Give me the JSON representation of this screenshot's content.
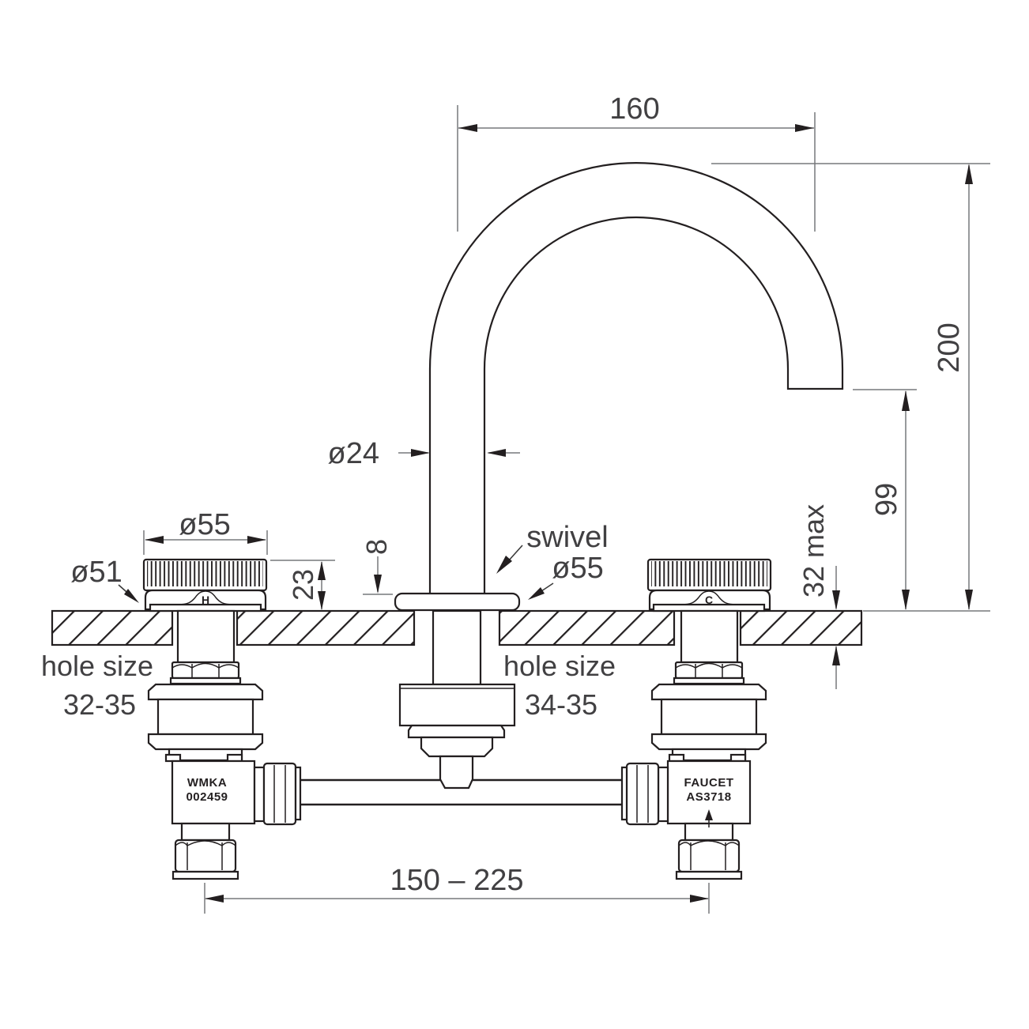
{
  "dims": {
    "spout_reach": "160",
    "spout_height": "200",
    "spout_outlet_height": "99",
    "bench_thickness_max": "32 max",
    "handle_height_above_bench": "23",
    "spout_base_height": "8",
    "spout_tube_diameter": "ø24",
    "handle_diameter": "ø55",
    "handle_base_diameter": "ø51",
    "spout_base_diameter": "ø55",
    "swivel_label": "swivel",
    "inlet_centres_range": "150 – 225",
    "hole_left_title": "hole size",
    "hole_left_range": "32-35",
    "hole_centre_title": "hole size",
    "hole_centre_range": "34-35"
  },
  "markings": {
    "hot_indicator": "H",
    "cold_indicator": "C",
    "left_body_stamp_line1": "WMKA",
    "left_body_stamp_line2": "002459",
    "right_body_stamp_line1": "FAUCET",
    "right_body_stamp_line2": "AS3718"
  },
  "colors": {
    "outline": "#231f20",
    "dimension_line": "#77787b",
    "dimension_text": "#414042",
    "background": "#ffffff"
  }
}
